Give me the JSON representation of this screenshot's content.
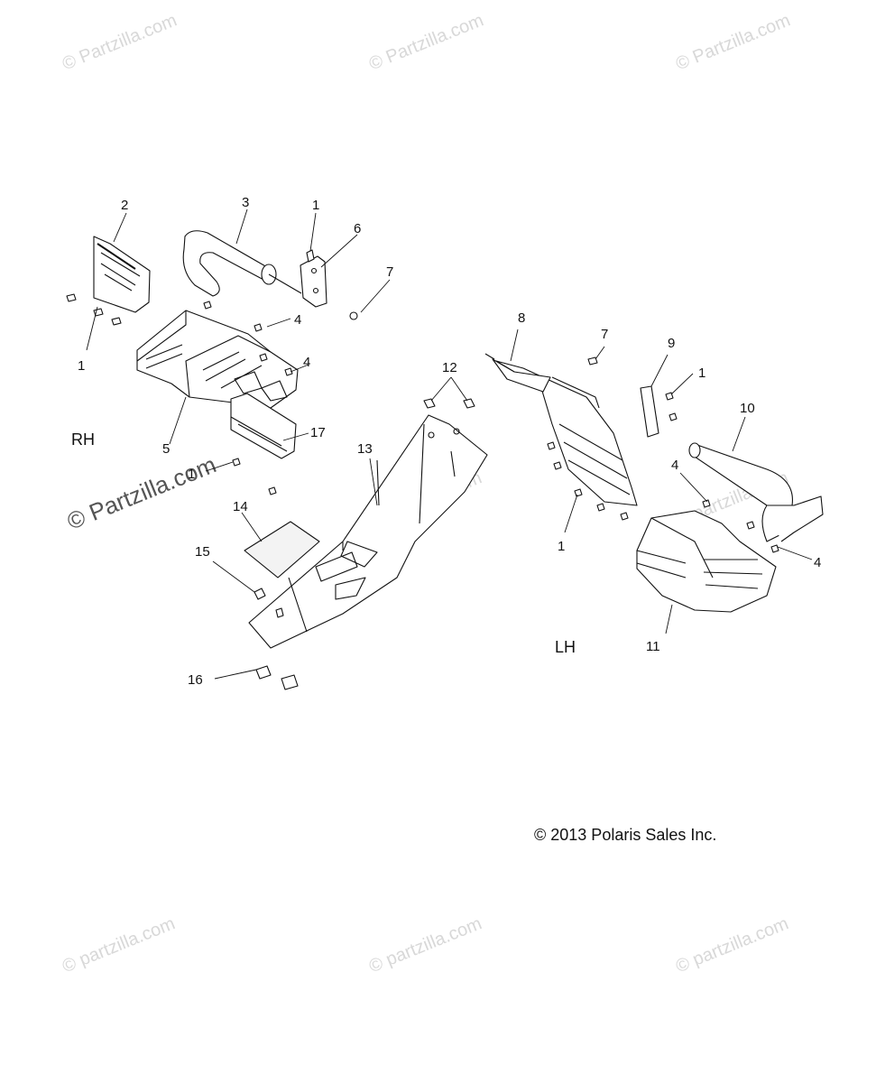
{
  "watermark": {
    "text": "© Partzilla.com",
    "text_lower": "© partzilla.com"
  },
  "labels": {
    "right_side": "RH",
    "left_side": "LH",
    "copyright": "© 2013 Polaris Sales Inc."
  },
  "callouts": [
    "1",
    "2",
    "3",
    "4",
    "5",
    "6",
    "7",
    "8",
    "9",
    "10",
    "11",
    "12",
    "13",
    "14",
    "15",
    "16",
    "17"
  ],
  "colors": {
    "line": "#111111",
    "watermark": "#d8d8d8"
  }
}
